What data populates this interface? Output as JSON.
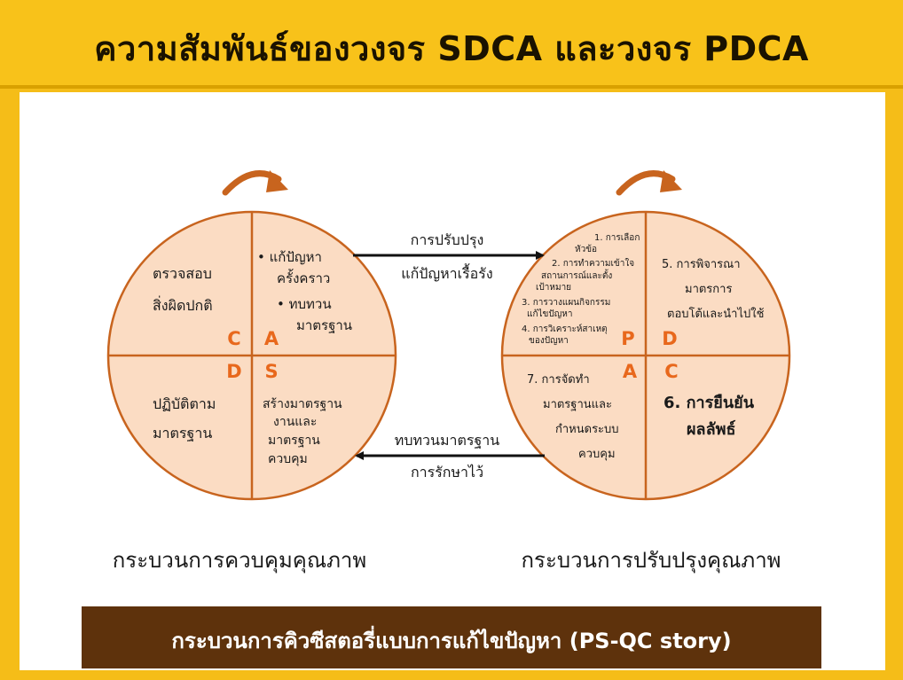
{
  "title": "ความสัมพันธ์ของวงจร SDCA และวงจร PDCA",
  "sdca": {
    "caption": "กระบวนการควบคุมคุณภาพ",
    "letters": {
      "c": "C",
      "a": "A",
      "d": "D",
      "s": "S"
    },
    "top_left": [
      "ตรวจสอบ",
      "สิ่งผิดปกติ"
    ],
    "top_right": [
      "• แก้ปัญหา",
      "ครั้งคราว",
      "• ทบทวน",
      "มาตรฐาน"
    ],
    "bottom_left": [
      "ปฏิบัติตาม",
      "มาตรฐาน"
    ],
    "bottom_right": [
      "สร้างมาตรฐาน",
      "งานและ",
      "มาตรฐาน",
      "ควบคุม"
    ]
  },
  "pdca": {
    "caption": "กระบวนการปรับปรุงคุณภาพ",
    "letters": {
      "p": "P",
      "d": "D",
      "a": "A",
      "c": "C"
    },
    "top_left": [
      "1. การเลือก",
      "หัวข้อ",
      "2. การทำความเข้าใจ",
      "สถานการณ์และตั้ง",
      "เป้าหมาย",
      "3. การวางแผนกิจกรรม",
      "แก้ไขปัญหา",
      "4. การวิเคราะห์สาเหตุ",
      "ของปัญหา"
    ],
    "top_right": [
      "5. การพิจารณา",
      "มาตรการ",
      "ตอบโต้และนำไปใช้"
    ],
    "bottom_left": [
      "7. การจัดทำ",
      "มาตรฐานและ",
      "กำหนดระบบ",
      "ควบคุม"
    ],
    "bottom_right": [
      "6. การยืนยัน",
      "ผลลัพธ์"
    ]
  },
  "arrow_top": [
    "การปรับปรุง",
    "แก้ปัญหาเรื้อรัง"
  ],
  "arrow_bottom": [
    "ทบทวนมาตรฐาน",
    "การรักษาไว้"
  ],
  "banner": "กระบวนการคิวซีสตอรี่แบบการแก้ไขปัญหา (PS-QC story)",
  "colors": {
    "circle_fill": "#fbdcc3",
    "circle_stroke": "#c8641e",
    "letter": "#e8681c",
    "curved_arrow": "#c8641e",
    "banner_bg": "#5e320c",
    "frame": "#f5bd18"
  }
}
